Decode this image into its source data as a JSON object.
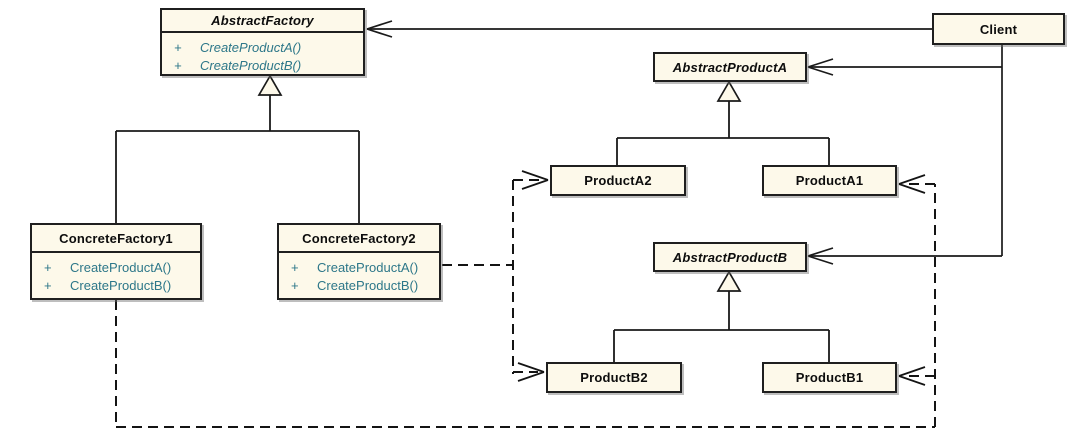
{
  "diagram": {
    "kind": "uml-class-diagram",
    "pattern": "Abstract Factory"
  },
  "colors": {
    "box_fill": "#FDF9EA",
    "box_border": "#1F1F1F",
    "line": "#1A1A1A",
    "method_text": "#2D7789",
    "background": "#FFFFFF"
  },
  "classes": {
    "abstract_factory": {
      "name": "AbstractFactory",
      "abstract": true,
      "methods": [
        {
          "visibility": "+",
          "signature": "CreateProductA()"
        },
        {
          "visibility": "+",
          "signature": "CreateProductB()"
        }
      ]
    },
    "client": {
      "name": "Client",
      "abstract": false
    },
    "abstract_product_a": {
      "name": "AbstractProductA",
      "abstract": true
    },
    "product_a2": {
      "name": "ProductA2",
      "abstract": false
    },
    "product_a1": {
      "name": "ProductA1",
      "abstract": false
    },
    "concrete_factory1": {
      "name": "ConcreteFactory1",
      "abstract": false,
      "methods": [
        {
          "visibility": "+",
          "signature": "CreateProductA()"
        },
        {
          "visibility": "+",
          "signature": "CreateProductB()"
        }
      ]
    },
    "concrete_factory2": {
      "name": "ConcreteFactory2",
      "abstract": false,
      "methods": [
        {
          "visibility": "+",
          "signature": "CreateProductA()"
        },
        {
          "visibility": "+",
          "signature": "CreateProductB()"
        }
      ]
    },
    "abstract_product_b": {
      "name": "AbstractProductB",
      "abstract": true
    },
    "product_b2": {
      "name": "ProductB2",
      "abstract": false
    },
    "product_b1": {
      "name": "ProductB1",
      "abstract": false
    }
  },
  "relationships": [
    {
      "from": "Client",
      "to": "AbstractFactory",
      "type": "association",
      "style": "solid-open-arrow"
    },
    {
      "from": "Client",
      "to": "AbstractProductA",
      "type": "association",
      "style": "solid-open-arrow"
    },
    {
      "from": "Client",
      "to": "AbstractProductB",
      "type": "association",
      "style": "solid-open-arrow"
    },
    {
      "from": "ConcreteFactory1",
      "to": "AbstractFactory",
      "type": "generalization",
      "style": "solid-hollow-triangle"
    },
    {
      "from": "ConcreteFactory2",
      "to": "AbstractFactory",
      "type": "generalization",
      "style": "solid-hollow-triangle"
    },
    {
      "from": "ProductA2",
      "to": "AbstractProductA",
      "type": "generalization",
      "style": "solid-hollow-triangle"
    },
    {
      "from": "ProductA1",
      "to": "AbstractProductA",
      "type": "generalization",
      "style": "solid-hollow-triangle"
    },
    {
      "from": "ProductB2",
      "to": "AbstractProductB",
      "type": "generalization",
      "style": "solid-hollow-triangle"
    },
    {
      "from": "ProductB1",
      "to": "AbstractProductB",
      "type": "generalization",
      "style": "solid-hollow-triangle"
    },
    {
      "from": "ConcreteFactory2",
      "to": "ProductA2",
      "type": "dependency",
      "style": "dashed-open-arrow"
    },
    {
      "from": "ConcreteFactory2",
      "to": "ProductB2",
      "type": "dependency",
      "style": "dashed-open-arrow"
    },
    {
      "from": "ConcreteFactory1",
      "to": "ProductA1",
      "type": "dependency",
      "style": "dashed-open-arrow"
    },
    {
      "from": "ConcreteFactory1",
      "to": "ProductB1",
      "type": "dependency",
      "style": "dashed-open-arrow"
    }
  ]
}
